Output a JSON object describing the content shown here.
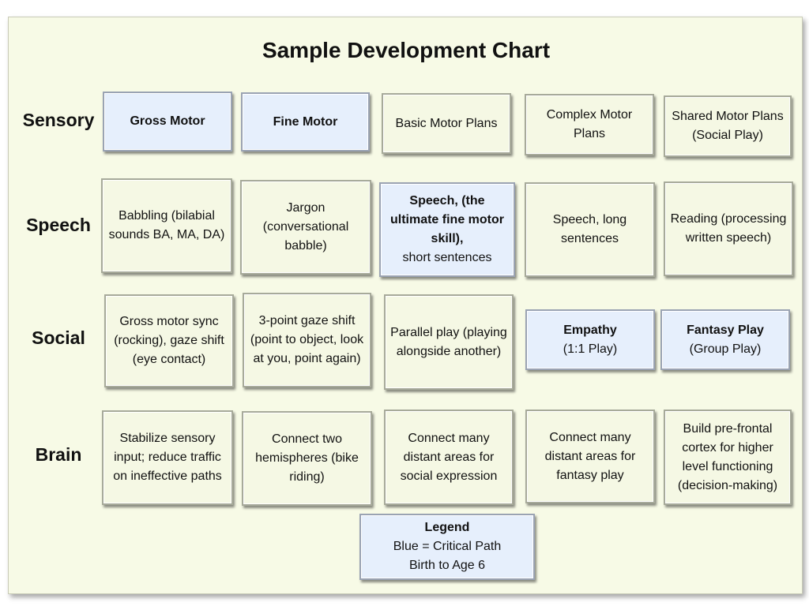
{
  "title": "Sample Development Chart",
  "rows": {
    "sensory": {
      "label": "Sensory",
      "c1": {
        "bold": "Gross Motor",
        "text": ""
      },
      "c2": {
        "bold": "Fine Motor",
        "text": ""
      },
      "c3": {
        "bold": "",
        "text": "Basic Motor Plans"
      },
      "c4": {
        "bold": "",
        "text": "Complex Motor Plans"
      },
      "c5": {
        "bold": "",
        "text": "Shared Motor Plans (Social Play)"
      }
    },
    "speech": {
      "label": "Speech",
      "c1": {
        "bold": "",
        "text": "Babbling (bilabial sounds BA, MA, DA)"
      },
      "c2": {
        "bold": "",
        "text": "Jargon (conversational babble)"
      },
      "c3": {
        "bold": "Speech, (the ultimate fine motor skill),",
        "text": "short sentences"
      },
      "c4": {
        "bold": "",
        "text": "Speech, long sentences"
      },
      "c5": {
        "bold": "",
        "text": "Reading (processing written speech)"
      }
    },
    "social": {
      "label": "Social",
      "c1": {
        "bold": "",
        "text": "Gross motor sync (rocking), gaze shift (eye contact)"
      },
      "c2": {
        "bold": "",
        "text": "3-point gaze shift (point to object, look at you, point again)"
      },
      "c3": {
        "bold": "",
        "text": "Parallel play (playing alongside another)"
      },
      "c4": {
        "bold": "Empathy",
        "text": "(1:1 Play)"
      },
      "c5": {
        "bold": "Fantasy Play",
        "text": "(Group Play)"
      }
    },
    "brain": {
      "label": "Brain",
      "c1": {
        "bold": "",
        "text": "Stabilize sensory input; reduce traffic on ineffective paths"
      },
      "c2": {
        "bold": "",
        "text": "Connect two hemispheres (bike riding)"
      },
      "c3": {
        "bold": "",
        "text": "Connect many distant areas for social expression"
      },
      "c4": {
        "bold": "",
        "text": "Connect many distant areas for fantasy play"
      },
      "c5": {
        "bold": "",
        "text": "Build pre-frontal cortex for higher level functioning (decision-making)"
      }
    }
  },
  "legend": {
    "title": "Legend",
    "line1": "Blue = Critical Path",
    "line2": "Birth to Age 6"
  },
  "colors": {
    "background": "#f7fae6",
    "critical_path": "#e6effc",
    "box_border": "#a7aa9a"
  }
}
